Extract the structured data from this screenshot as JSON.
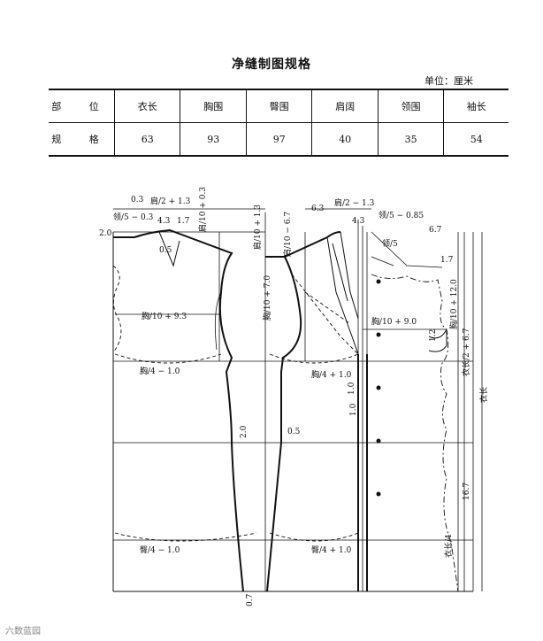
{
  "header": {
    "title": "净缝制图规格",
    "unit": "单位：厘米"
  },
  "spec_table": {
    "col_header_label": "部 位",
    "row_label": "规 格",
    "columns": [
      "衣长",
      "胸围",
      "臀围",
      "肩阔",
      "领围",
      "袖长"
    ],
    "values": [
      "63",
      "93",
      "97",
      "40",
      "35",
      "54"
    ]
  },
  "draft": {
    "back_labels": {
      "shoulder": "肩/2 + 1.3",
      "collar": "领/5 − 0.3",
      "dim_4_3": "4.3",
      "dim_1_7": "1.7",
      "dim_0_3": "0.3",
      "dim_2_0": "2.0",
      "dim_0_5": "0.5",
      "armhole_depth": "肩/10 + 0.3",
      "chest_width": "胸/10 + 9.3",
      "chest_quarter": "胸/4 − 1.0",
      "hip_quarter": "臀/4 − 1.0",
      "dim_2_0_waist": "2.0",
      "dim_0_5_waist": "0.5",
      "hem_dim": "0.7"
    },
    "front_labels": {
      "shoulder": "肩/2 − 1.3",
      "collar_a": "领/5 − 0.85",
      "collar_b": "领/5",
      "dim_6_7": "6.7",
      "dim_6_3": "6.3",
      "dim_4_3": "4.3",
      "dim_1_7": "1.7",
      "shoulder_drop": "肩/10 + 1.3",
      "front_shift": "肩/10 − 6.7",
      "chest_depth": "胸/10 + 7.0",
      "chest_width": "胸/10 + 9.0",
      "chest_quarter": "胸/4 + 1.0",
      "hip_quarter": "臀/4 + 1.0",
      "dim_1_0_a": "1.0",
      "dim_1_0_b": "1.0",
      "dim_1_2": "1.2",
      "bust_point": "胸/10 + 12.0",
      "length_half": "衣长/2 + 6.7",
      "length_quarter": "衣长/4",
      "dim_16_7": "16.7",
      "total_length": "衣长"
    },
    "watermark": "六数蓝园"
  }
}
